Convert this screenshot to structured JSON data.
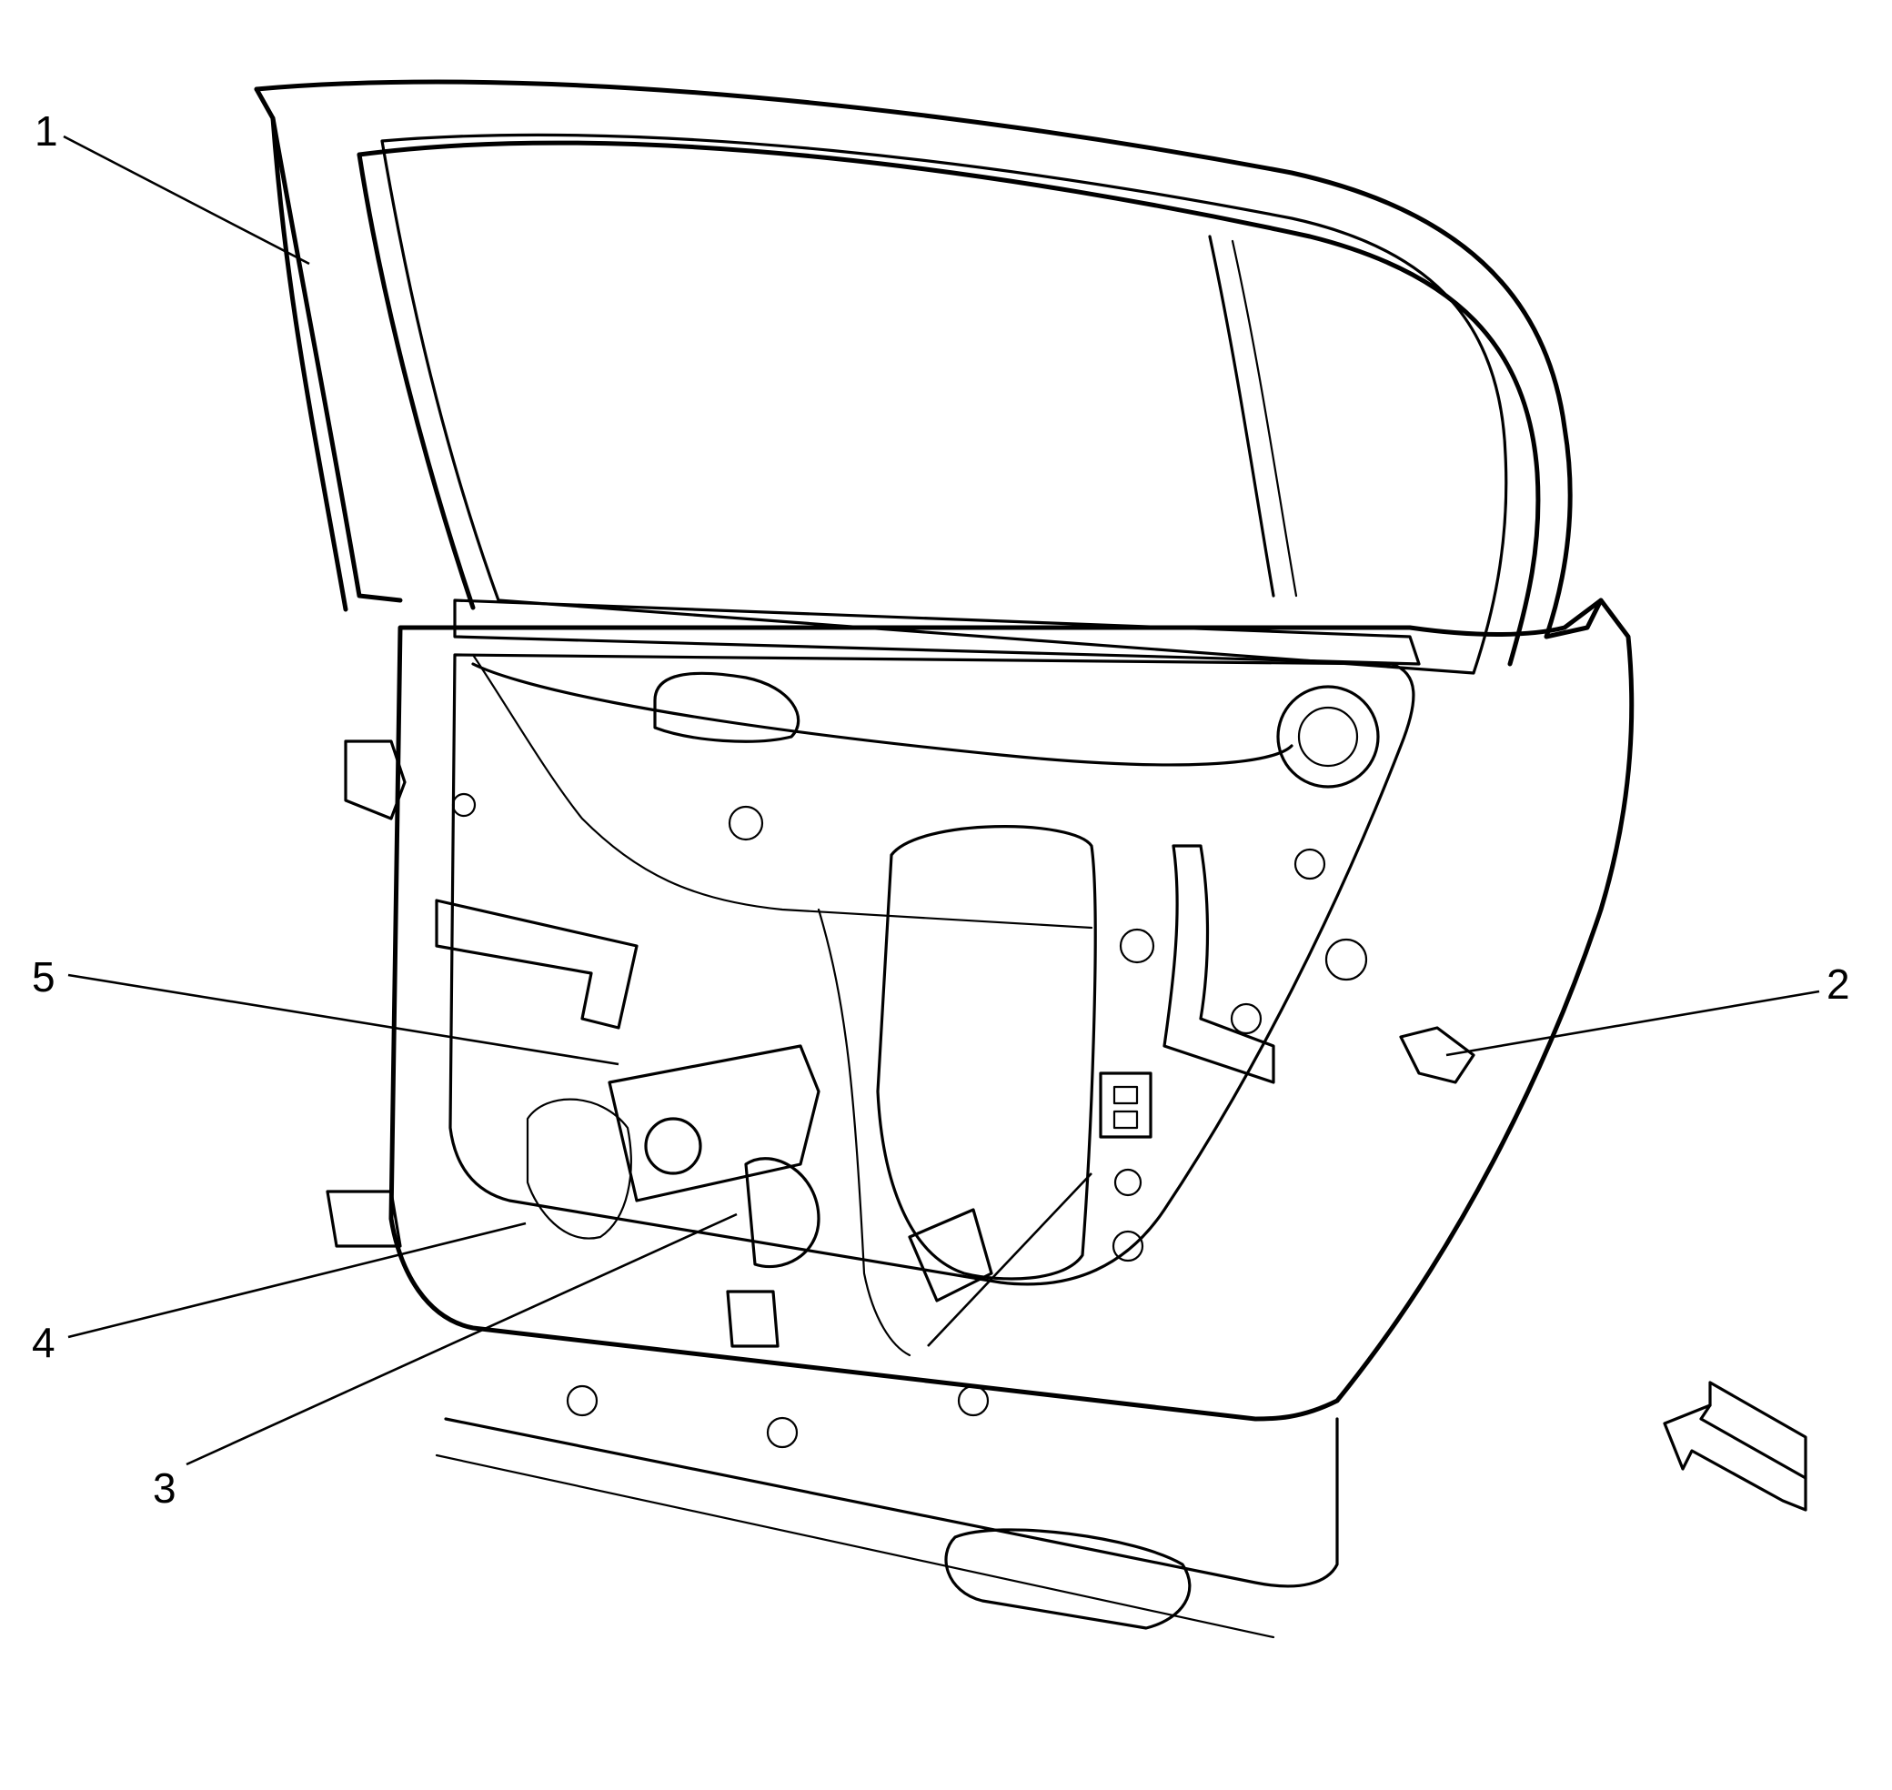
{
  "diagram": {
    "callouts": [
      {
        "id": "1",
        "label": "1"
      },
      {
        "id": "2",
        "label": "2"
      },
      {
        "id": "3",
        "label": "3"
      },
      {
        "id": "4",
        "label": "4"
      },
      {
        "id": "5",
        "label": "5"
      }
    ],
    "colors": {
      "line": "#000000",
      "background": "#ffffff"
    },
    "icons": {
      "view_arrow": "view-direction-arrow-icon"
    }
  }
}
